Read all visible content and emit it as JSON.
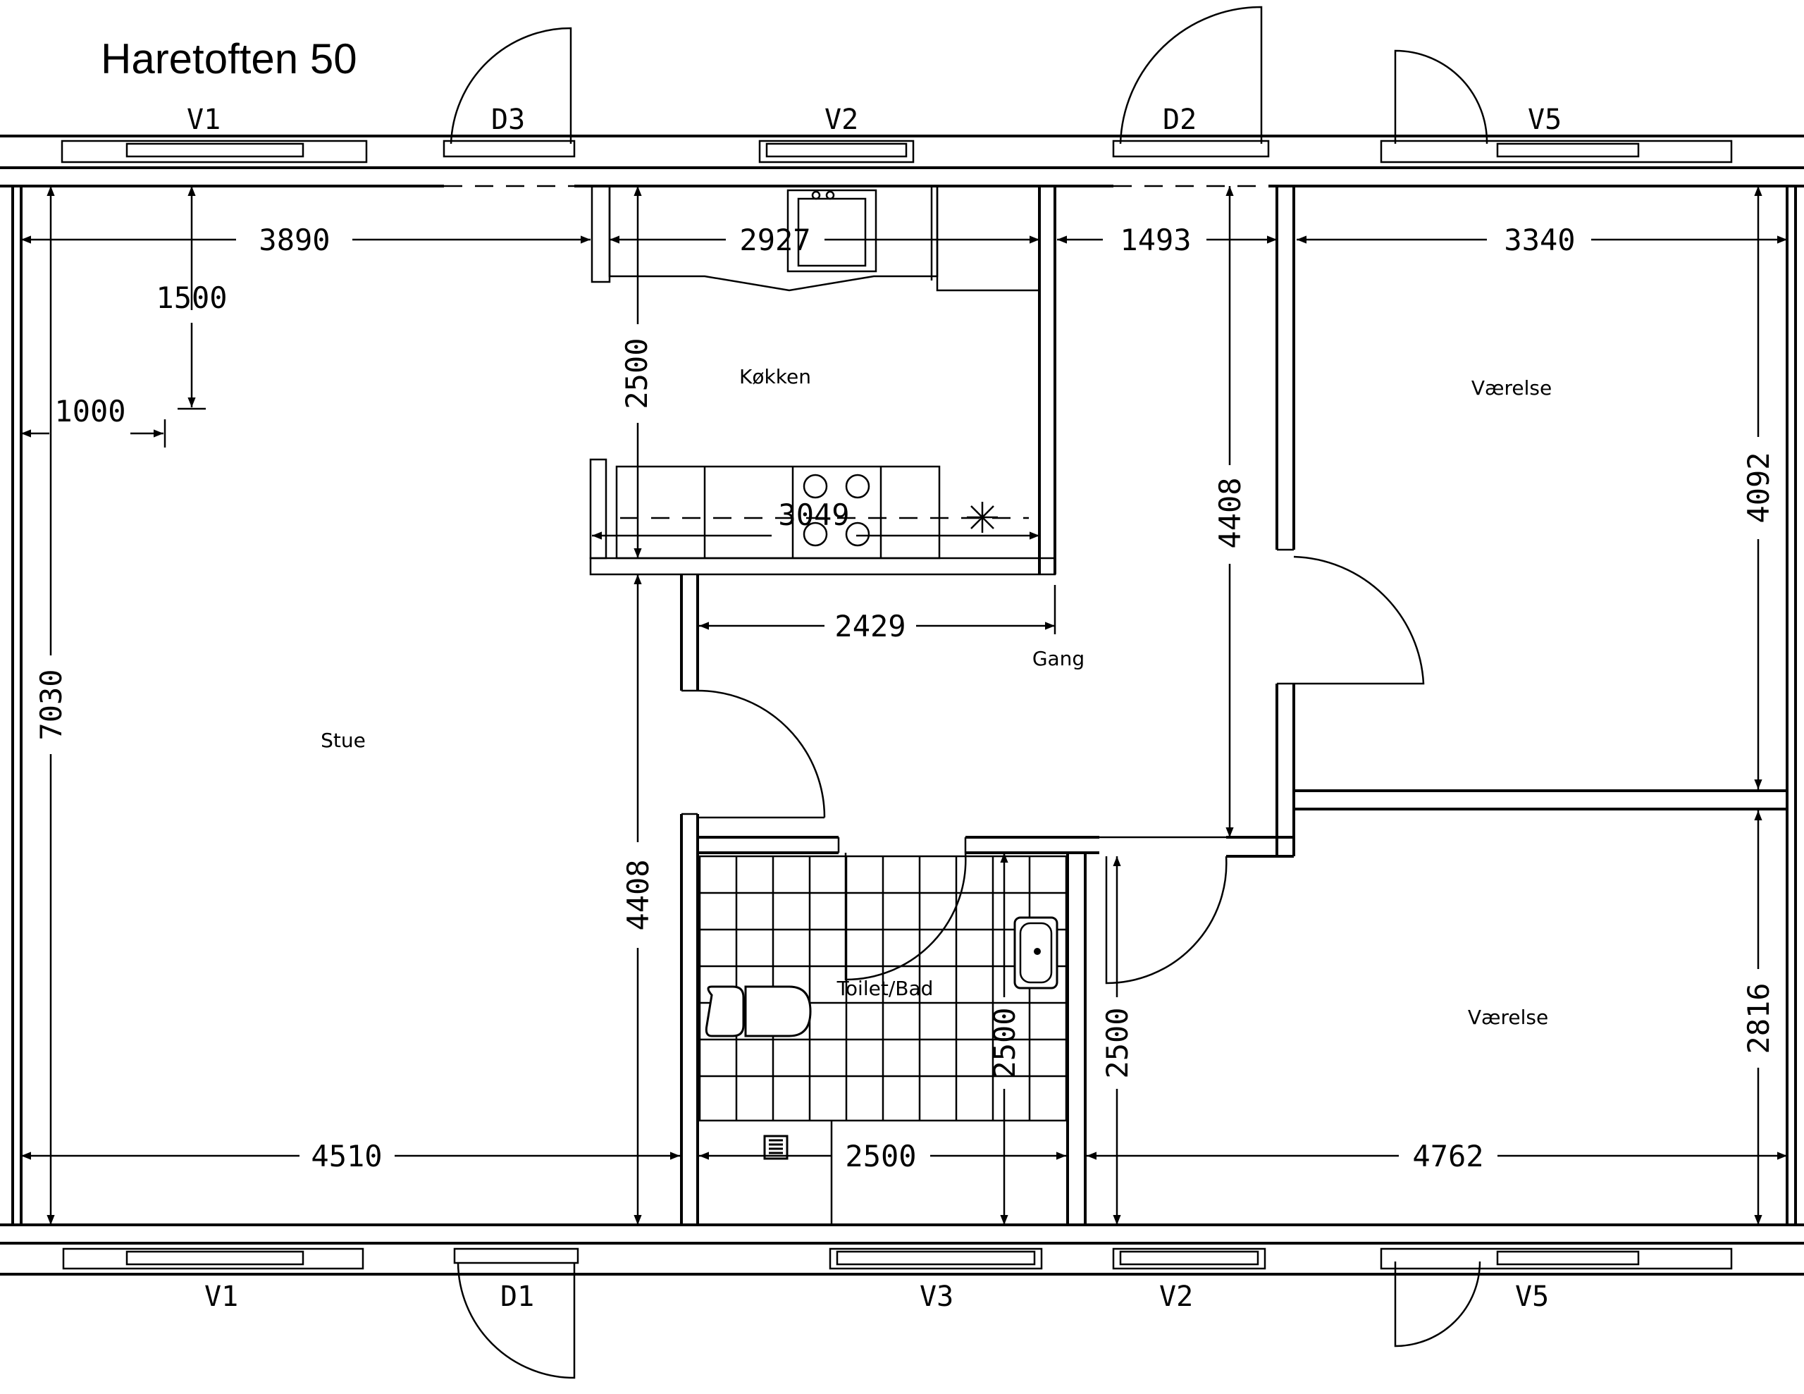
{
  "title": "Haretoften 50",
  "openings_top": {
    "v1": "V1",
    "d3": "D3",
    "v2": "V2",
    "d2": "D2",
    "v5": "V5"
  },
  "openings_bottom": {
    "v1": "V1",
    "d1": "D1",
    "v3": "V3",
    "v2": "V2",
    "v5": "V5"
  },
  "rooms": {
    "stue": "Stue",
    "kokken": "Køkken",
    "gang": "Gang",
    "bad": "Toilet/Bad",
    "vaerelse_top": "Værelse",
    "vaerelse_bottom": "Værelse"
  },
  "dimensions": {
    "d3890": "3890",
    "d2927": "2927",
    "d1493": "1493",
    "d3340": "3340",
    "d1500": "1500",
    "d1000": "1000",
    "d2500_kitchen": "2500",
    "d3049": "3049",
    "d4408_hall": "4408",
    "d4092": "4092",
    "d2429": "2429",
    "d7030": "7030",
    "d4408_stue": "4408",
    "d2500_bath_v": "2500",
    "d2500_room_v": "2500",
    "d2816": "2816",
    "d4510": "4510",
    "d2500_bath_h": "2500",
    "d4762": "4762"
  }
}
